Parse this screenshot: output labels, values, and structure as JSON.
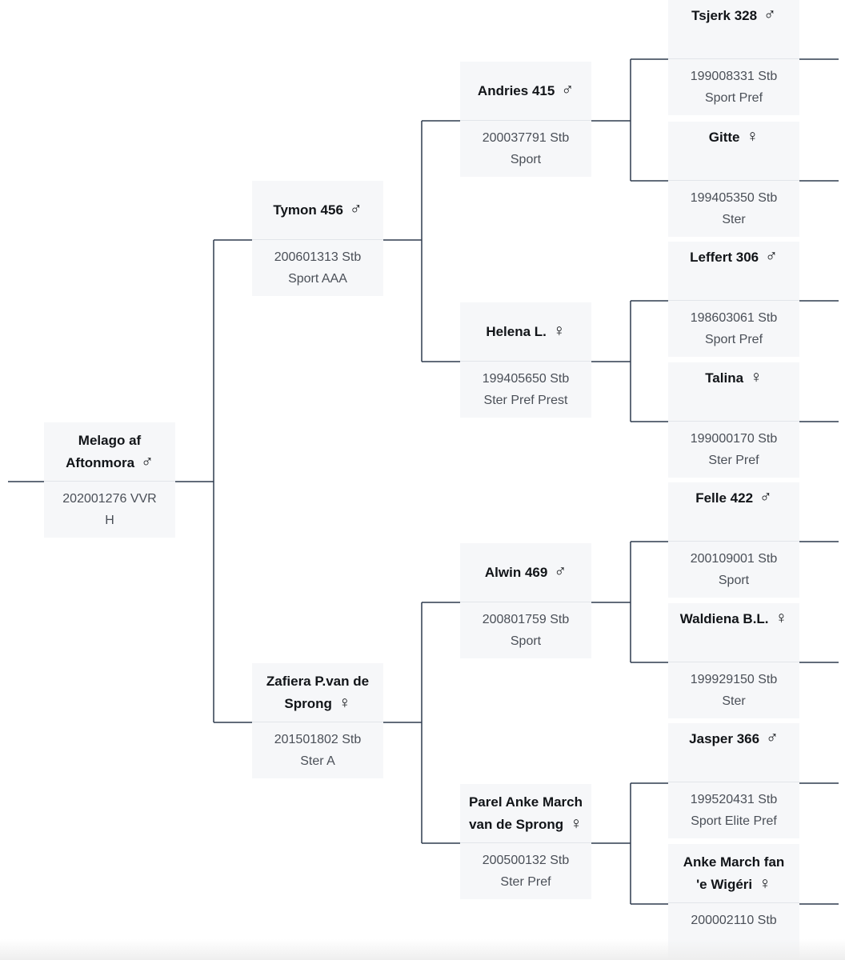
{
  "pedigree": {
    "subject": {
      "name": "Melago af Aftonmora",
      "sex_symbol": "♂",
      "reg_line1": "202001276 VVR",
      "reg_line2": "H"
    },
    "sire": {
      "name": "Tymon 456",
      "sex_symbol": "♂",
      "reg_line1": "200601313 Stb",
      "reg_line2": "Sport AAA"
    },
    "dam": {
      "name": "Zafiera P.van de Sprong",
      "sex_symbol": "♀",
      "reg_line1": "201501802 Stb",
      "reg_line2": "Ster A"
    },
    "sire_sire": {
      "name": "Andries 415",
      "sex_symbol": "♂",
      "reg_line1": "200037791 Stb",
      "reg_line2": "Sport"
    },
    "sire_dam": {
      "name": "Helena L.",
      "sex_symbol": "♀",
      "reg_line1": "199405650 Stb",
      "reg_line2": "Ster Pref Prest"
    },
    "dam_sire": {
      "name": "Alwin 469",
      "sex_symbol": "♂",
      "reg_line1": "200801759 Stb",
      "reg_line2": "Sport"
    },
    "dam_dam": {
      "name": "Parel Anke March van de Sprong",
      "sex_symbol": "♀",
      "reg_line1": "200500132 Stb",
      "reg_line2": "Ster Pref"
    },
    "ss_sire": {
      "name": "Tsjerk 328",
      "sex_symbol": "♂",
      "reg_line1": "199008331 Stb",
      "reg_line2": "Sport Pref"
    },
    "ss_dam": {
      "name": "Gitte",
      "sex_symbol": "♀",
      "reg_line1": "199405350 Stb",
      "reg_line2": "Ster"
    },
    "sd_sire": {
      "name": "Leffert 306",
      "sex_symbol": "♂",
      "reg_line1": "198603061 Stb",
      "reg_line2": "Sport Pref"
    },
    "sd_dam": {
      "name": "Talina",
      "sex_symbol": "♀",
      "reg_line1": "199000170 Stb",
      "reg_line2": "Ster Pref"
    },
    "ds_sire": {
      "name": "Felle 422",
      "sex_symbol": "♂",
      "reg_line1": "200109001 Stb",
      "reg_line2": "Sport"
    },
    "ds_dam": {
      "name": "Waldiena B.L.",
      "sex_symbol": "♀",
      "reg_line1": "199929150 Stb",
      "reg_line2": "Ster"
    },
    "dd_sire": {
      "name": "Jasper 366",
      "sex_symbol": "♂",
      "reg_line1": "199520431 Stb",
      "reg_line2": "Sport Elite Pref"
    },
    "dd_dam": {
      "name": "Anke March fan 'e Wigéri",
      "sex_symbol": "♀",
      "reg_line1": "200002110 Stb",
      "reg_line2": ""
    }
  },
  "colors": {
    "connector": "#2f3b4f",
    "card_bg": "#f6f7f9"
  }
}
